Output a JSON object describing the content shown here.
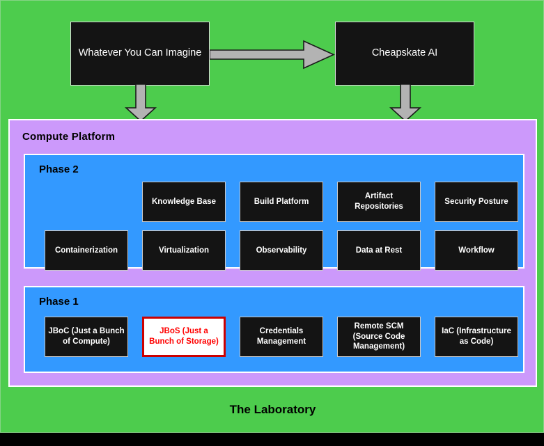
{
  "diagram": {
    "title_caption": "The Laboratory",
    "colors": {
      "laboratory_green": "#4dcc4d",
      "compute_platform_purple": "#cc99fb",
      "phase_blue": "#3399ff",
      "node_black": "#141414",
      "highlight_red": "#cc0000",
      "highlight_text_red": "#ff0000",
      "arrow_gray": "#b3b3b3",
      "text_white": "#ffffff",
      "band_black": "#000000"
    },
    "top_boxes": [
      {
        "id": "imagine",
        "label": "Whatever You Can Imagine"
      },
      {
        "id": "cheapskate",
        "label": "Cheapskate AI"
      }
    ],
    "connectors": [
      {
        "id": "imagine-to-cheapskate",
        "icon": "arrow-right-icon",
        "direction": "right"
      },
      {
        "id": "imagine-to-platform",
        "icon": "arrow-down-icon",
        "direction": "down"
      },
      {
        "id": "cheapskate-to-platform",
        "icon": "arrow-down-icon",
        "direction": "down"
      }
    ],
    "compute_platform": {
      "title": "Compute Platform",
      "phases": [
        {
          "id": "phase-2",
          "title": "Phase 2",
          "nodes": [
            {
              "id": "knowledge-base",
              "label": "Knowledge Base",
              "highlighted": false
            },
            {
              "id": "build-platform",
              "label": "Build Platform",
              "highlighted": false
            },
            {
              "id": "artifact-repos",
              "label": "Artifact Repositories",
              "highlighted": false
            },
            {
              "id": "security-posture",
              "label": "Security Posture",
              "highlighted": false
            },
            {
              "id": "containerization",
              "label": "Containerization",
              "highlighted": false
            },
            {
              "id": "virtualization",
              "label": "Virtualization",
              "highlighted": false
            },
            {
              "id": "observability",
              "label": "Observability",
              "highlighted": false
            },
            {
              "id": "data-at-rest",
              "label": "Data at Rest",
              "highlighted": false
            },
            {
              "id": "workflow",
              "label": "Workflow",
              "highlighted": false
            }
          ]
        },
        {
          "id": "phase-1",
          "title": "Phase 1",
          "nodes": [
            {
              "id": "jboc",
              "label": "JBoC (Just a Bunch of Compute)",
              "highlighted": false
            },
            {
              "id": "jbos",
              "label": "JBoS (Just a Bunch of Storage)",
              "highlighted": true
            },
            {
              "id": "credentials",
              "label": "Credentials Management",
              "highlighted": false
            },
            {
              "id": "remote-scm",
              "label": "Remote SCM (Source Code Management)",
              "highlighted": false
            },
            {
              "id": "iac",
              "label": "IaC (Infrastructure as Code)",
              "highlighted": false
            }
          ]
        }
      ]
    }
  }
}
